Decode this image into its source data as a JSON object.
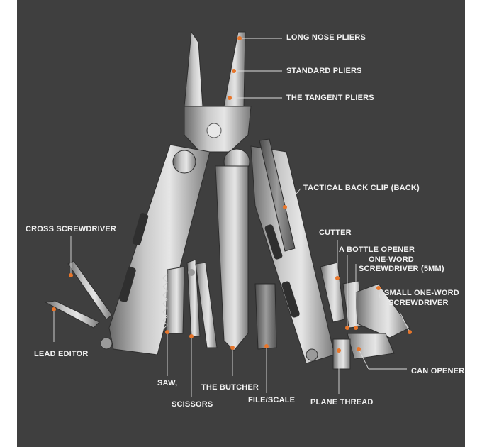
{
  "image": {
    "subject": "stainless-steel-multitool-icon",
    "accent_color": "#e8762b",
    "background_color": "#3f3f3f",
    "label_color": "#f2f2f2"
  },
  "labels": {
    "long_nose_pliers": "LONG NOSE PLIERS",
    "standard_pliers": "STANDARD PLIERS",
    "tangent_pliers": "THE TANGENT PLIERS",
    "tactical_back_clip": "TACTICAL BACK CLIP (BACK)",
    "cross_screwdriver": "CROSS SCREWDRIVER",
    "cutter": "CUTTER",
    "bottle_opener": "A BOTTLE OPENER",
    "one_word_screwdriver_1": "ONE-WORD",
    "one_word_screwdriver_2": "SCREWDRIVER (5MM)",
    "small_screwdriver_1": "SMALL ONE-WORD",
    "small_screwdriver_2": "SCREWDRIVER",
    "lead_editor": "LEAD EDITOR",
    "can_opener": "CAN OPENER",
    "saw": "SAW,",
    "the_butcher": "THE BUTCHER",
    "scissors": "SCISSORS",
    "file_scale": "FILE/SCALE",
    "plane_thread": "PLANE THREAD"
  }
}
